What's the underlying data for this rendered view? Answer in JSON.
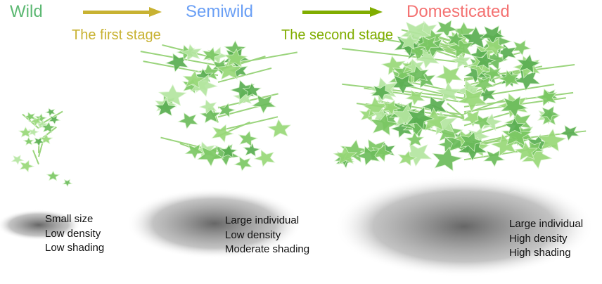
{
  "stages": [
    {
      "title": "Wild",
      "color": "#5cb872",
      "traits": [
        "Small size",
        "Low density",
        "Low shading"
      ]
    },
    {
      "title": "Semiwild",
      "color": "#6a9ff5",
      "traits": [
        "Large individual",
        "Low density",
        "Moderate shading"
      ]
    },
    {
      "title": "Domesticated",
      "color": "#f47272",
      "traits": [
        "Large individual",
        "High density",
        "High shading"
      ]
    }
  ],
  "transitions": [
    {
      "label": "The first stage",
      "color": "#c8b232"
    },
    {
      "label": "The second stage",
      "color": "#80ad00"
    }
  ]
}
